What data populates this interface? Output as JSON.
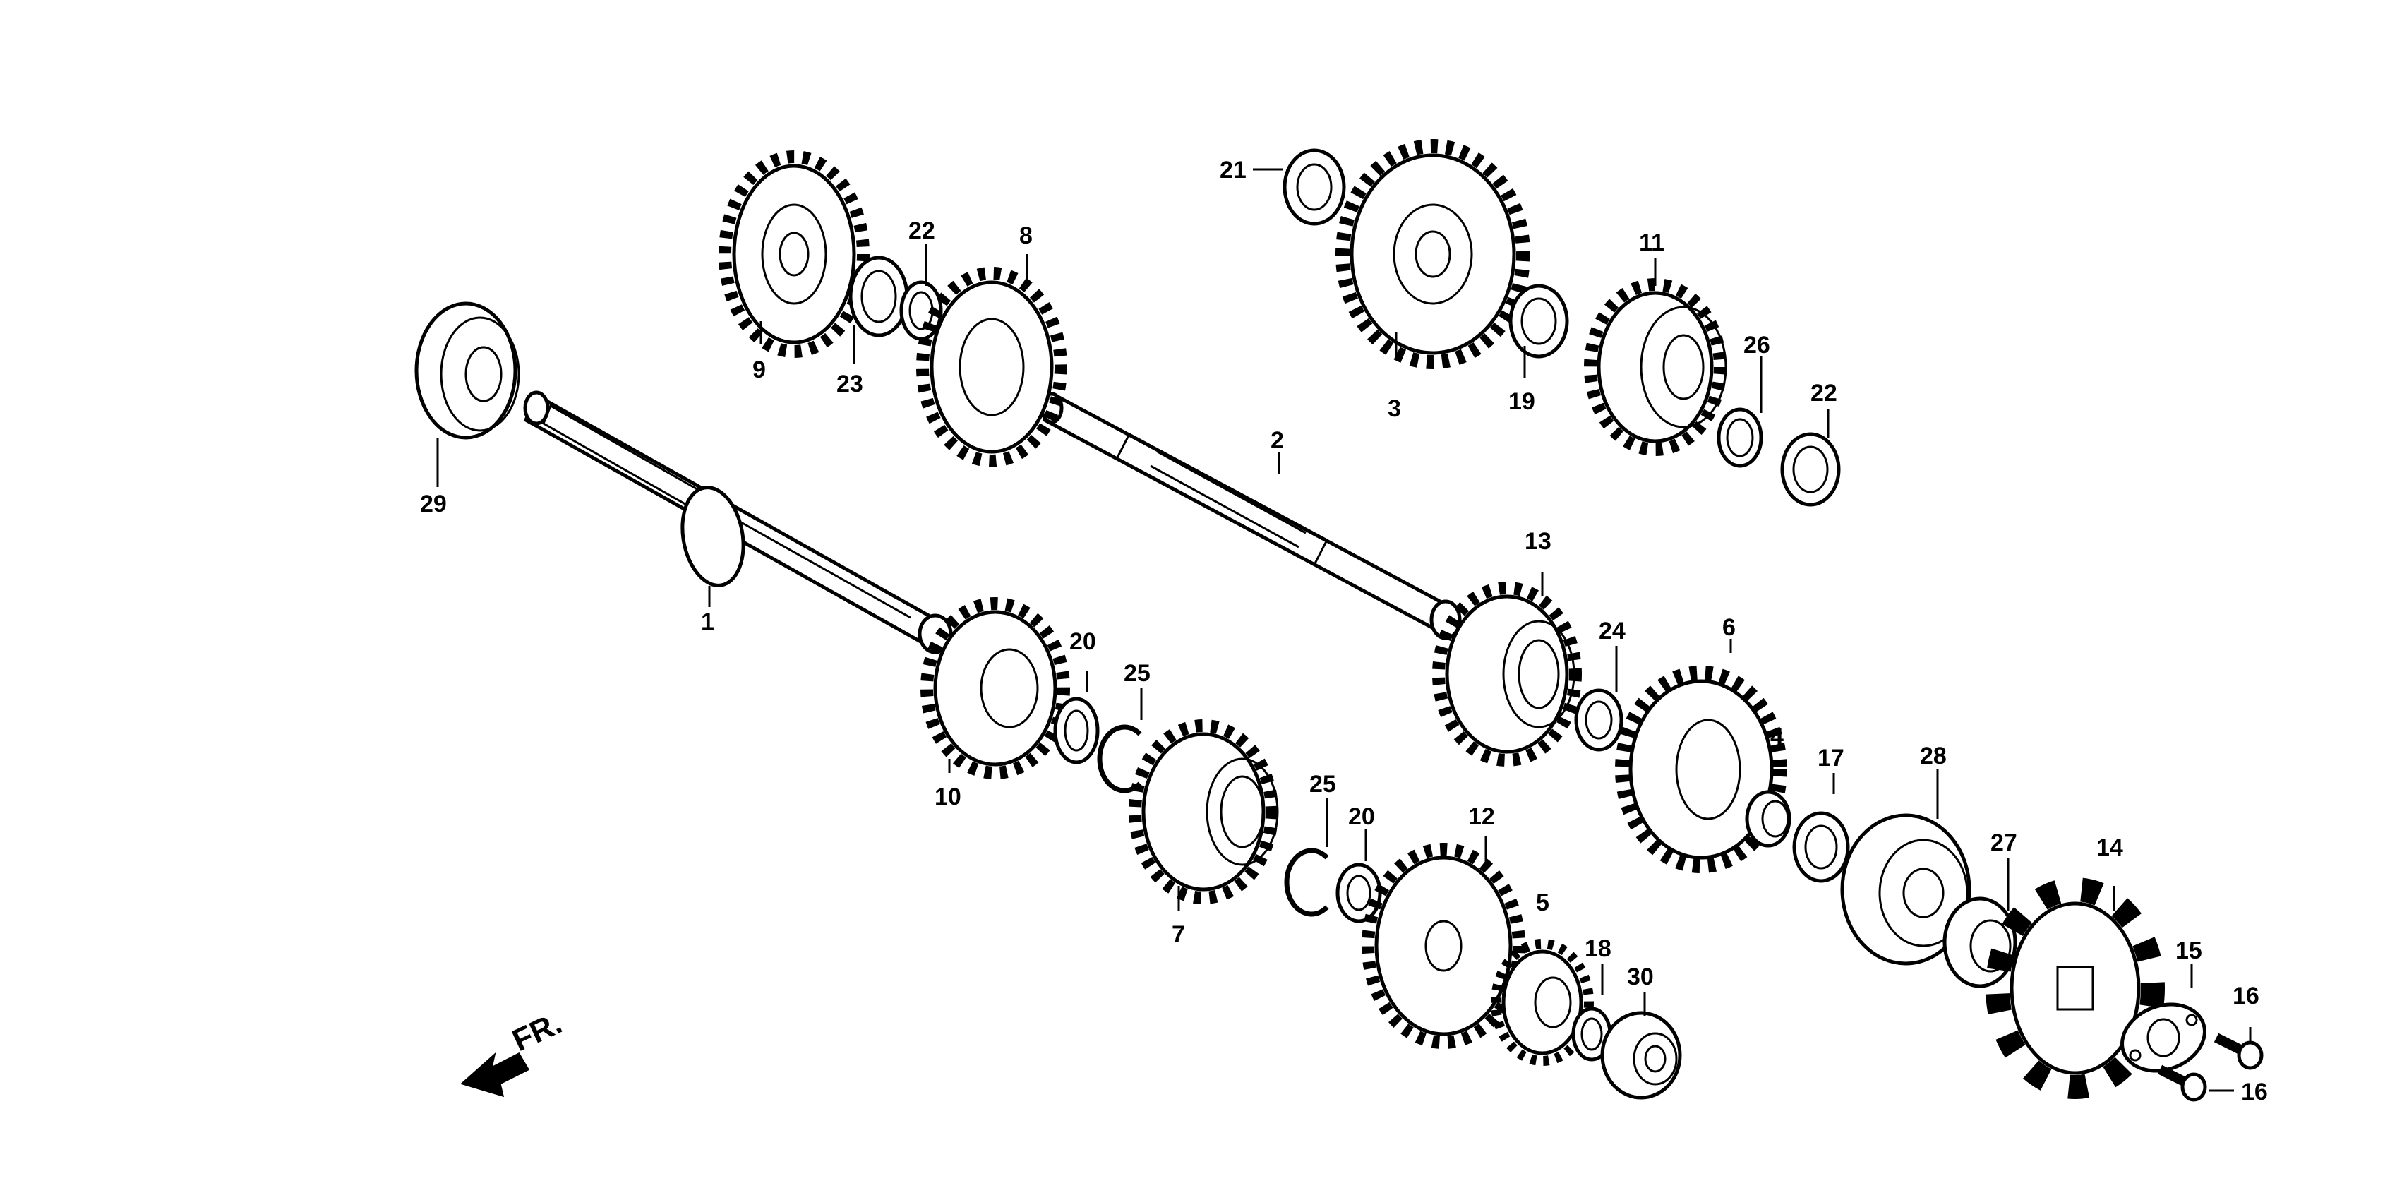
{
  "callouts": {
    "c1": "1",
    "c2": "2",
    "c3": "3",
    "c4": "4",
    "c5": "5",
    "c6": "6",
    "c7": "7",
    "c8": "8",
    "c9": "9",
    "c10": "10",
    "c11": "11",
    "c12": "12",
    "c13": "13",
    "c14": "14",
    "c15": "15",
    "c16a": "16",
    "c16b": "16",
    "c17": "17",
    "c18": "18",
    "c19": "19",
    "c20a": "20",
    "c20b": "20",
    "c21": "21",
    "c22a": "22",
    "c22b": "22",
    "c23": "23",
    "c24": "24",
    "c25a": "25",
    "c25b": "25",
    "c26": "26",
    "c27": "27",
    "c28": "28",
    "c29": "29",
    "c30": "30"
  },
  "direction_label": "FR.",
  "icons": {
    "front_arrow": "arrow-front-icon"
  }
}
